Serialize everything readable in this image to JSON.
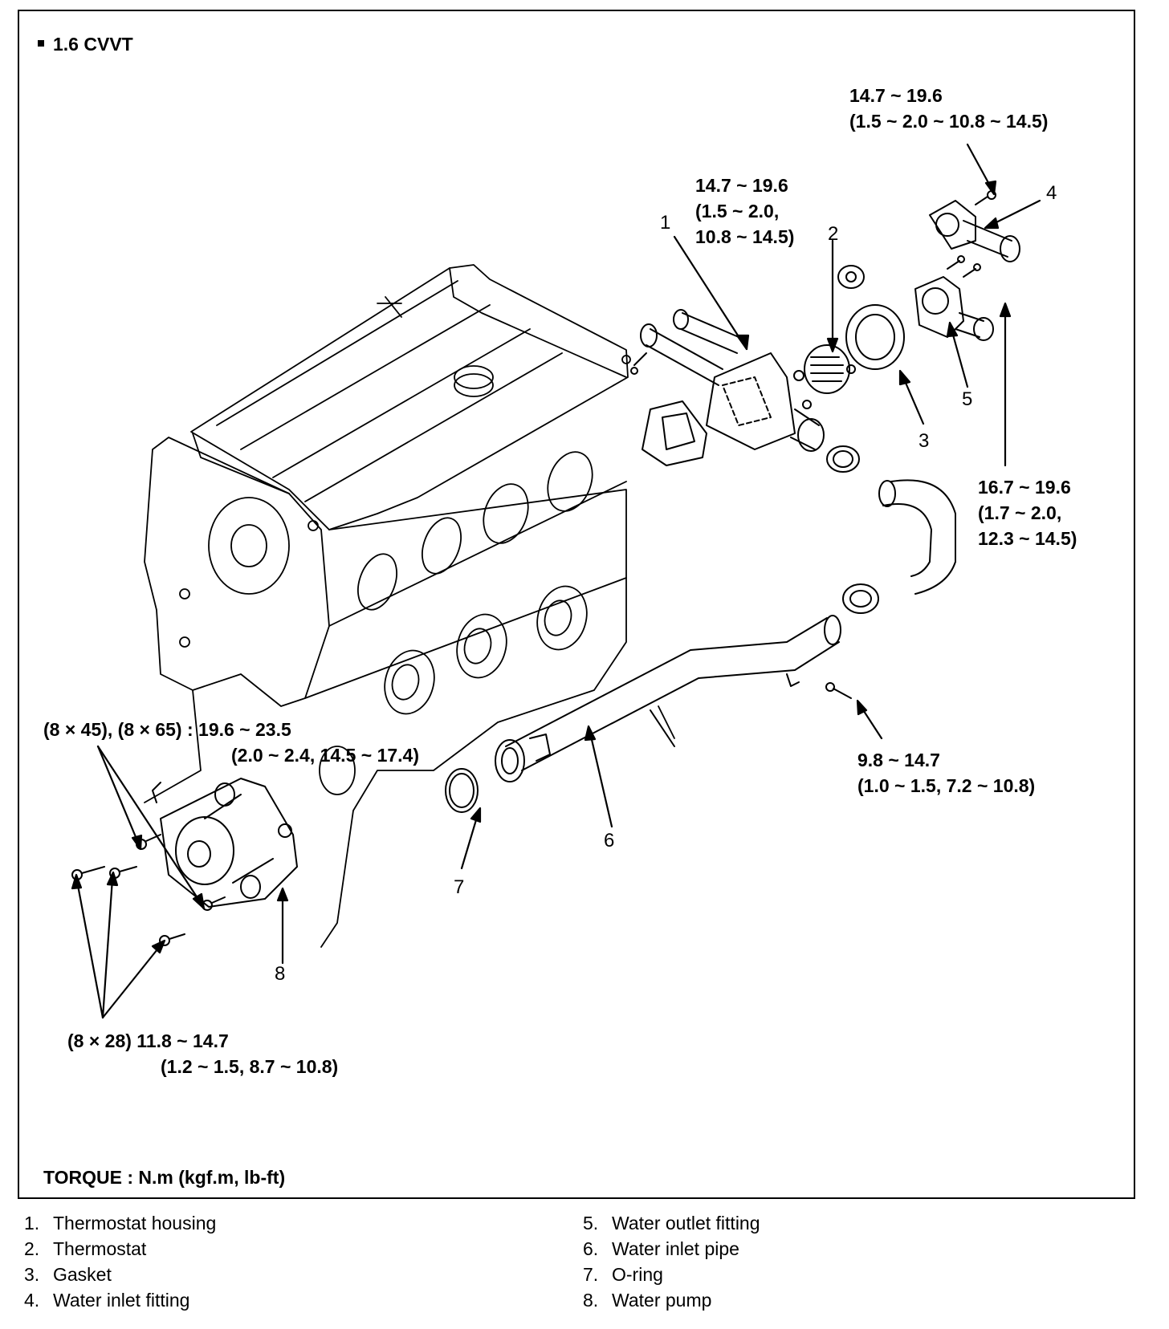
{
  "header": {
    "engine": "1.6 CVVT"
  },
  "callout_numbers": [
    "1",
    "2",
    "3",
    "4",
    "5",
    "6",
    "7",
    "8"
  ],
  "torque_specs": {
    "fitting4_line1": "14.7 ~ 19.6",
    "fitting4_line2": "(1.5 ~ 2.0 ~ 10.8 ~ 14.5)",
    "housing_line1": "14.7 ~ 19.6",
    "housing_line2": "(1.5 ~ 2.0,",
    "housing_line3": "10.8 ~ 14.5)",
    "outlet_line1": "16.7 ~ 19.6",
    "outlet_line2": "(1.7 ~ 2.0,",
    "outlet_line3": "12.3 ~ 14.5)",
    "pipe_line1": "9.8 ~ 14.7",
    "pipe_line2": "(1.0 ~ 1.5, 7.2 ~ 10.8)",
    "pump_long_line1": "(8 × 45), (8 × 65) : 19.6 ~ 23.5",
    "pump_long_line2": "(2.0 ~ 2.4, 14.5 ~ 17.4)",
    "pump_short_line1": "(8 × 28) 11.8 ~ 14.7",
    "pump_short_line2": "(1.2 ~ 1.5, 8.7 ~ 10.8)"
  },
  "torque_unit_note": "TORQUE : N.m (kgf.m, lb-ft)",
  "legend": [
    {
      "num": "1.",
      "name": "Thermostat housing"
    },
    {
      "num": "2.",
      "name": "Thermostat"
    },
    {
      "num": "3.",
      "name": "Gasket"
    },
    {
      "num": "4.",
      "name": "Water inlet fitting"
    },
    {
      "num": "5.",
      "name": "Water outlet fitting"
    },
    {
      "num": "6.",
      "name": "Water inlet pipe"
    },
    {
      "num": "7.",
      "name": "O-ring"
    },
    {
      "num": "8.",
      "name": "Water pump"
    }
  ]
}
